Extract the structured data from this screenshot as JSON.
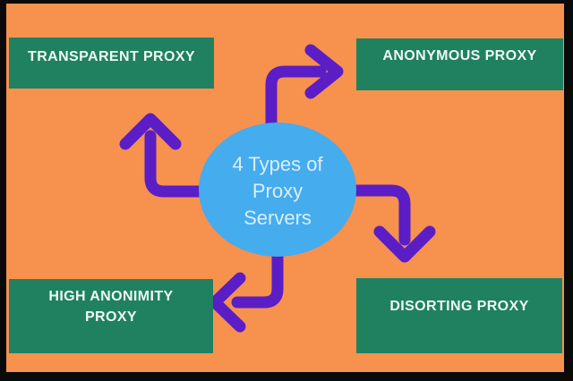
{
  "diagram": {
    "title": "4 Types of Proxy Servers",
    "center": {
      "lines": [
        "4 Types of",
        "Proxy",
        "Servers"
      ]
    },
    "nodes": [
      {
        "id": "transparent-proxy",
        "position": "top-left",
        "lines": [
          "TRANSPARENT PROXY"
        ]
      },
      {
        "id": "anonymous-proxy",
        "position": "top-right",
        "lines": [
          "ANONYMOUS PROXY"
        ]
      },
      {
        "id": "high-anonimity-proxy",
        "position": "bottom-left",
        "lines": [
          "HIGH ANONIMITY",
          "PROXY"
        ]
      },
      {
        "id": "disorting-proxy",
        "position": "bottom-right",
        "lines": [
          "DISORTING PROXY"
        ]
      }
    ],
    "connectors": [
      {
        "from": "center",
        "to": "transparent-proxy",
        "shape": "left-then-up",
        "arrowhead": "chevron"
      },
      {
        "from": "center",
        "to": "anonymous-proxy",
        "shape": "up-then-right",
        "arrowhead": "chevron"
      },
      {
        "from": "center",
        "to": "high-anonimity-proxy",
        "shape": "down-then-left",
        "arrowhead": "chevron"
      },
      {
        "from": "center",
        "to": "disorting-proxy",
        "shape": "right-then-down",
        "arrowhead": "chevron"
      }
    ],
    "colors": {
      "background": "#f6914e",
      "frame": "#0a0a0a",
      "node_fill": "#1f8160",
      "node_text": "#eef8f2",
      "center_fill": "#45acee",
      "center_text": "#daeefb",
      "arrow": "#5b1dc6"
    }
  }
}
